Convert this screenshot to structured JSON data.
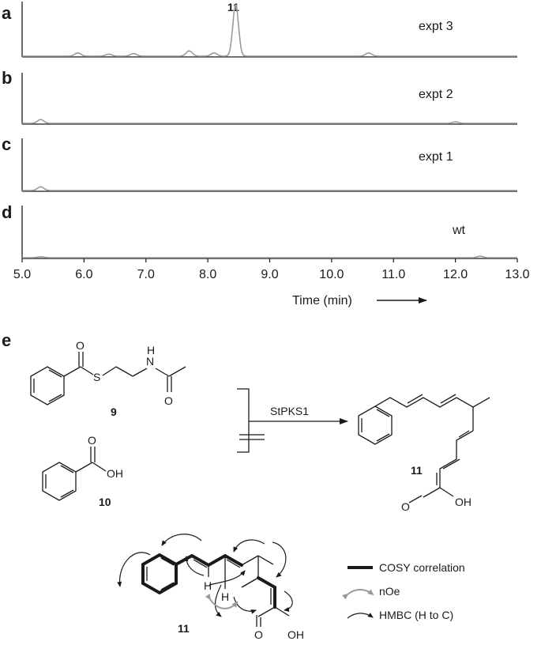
{
  "panels": {
    "a": {
      "letter": "a",
      "label": "expt 3",
      "peak_label": "11"
    },
    "b": {
      "letter": "b",
      "label": "expt 2"
    },
    "c": {
      "letter": "c",
      "label": "expt 1"
    },
    "d": {
      "letter": "d",
      "label": "wt"
    },
    "e": {
      "letter": "e"
    }
  },
  "chart_data": {
    "type": "line",
    "xlabel": "Time (min)",
    "xlim": [
      5.0,
      13.0
    ],
    "x_ticks": [
      "5.0",
      "6.0",
      "7.0",
      "8.0",
      "9.0",
      "10.0",
      "11.0",
      "12.0",
      "13.0"
    ],
    "series": [
      {
        "name": "expt 3",
        "peaks": [
          [
            5.9,
            0.06
          ],
          [
            6.4,
            0.04
          ],
          [
            6.8,
            0.05
          ],
          [
            7.7,
            0.1
          ],
          [
            8.1,
            0.06
          ],
          [
            8.45,
            1.0
          ],
          [
            10.6,
            0.06
          ]
        ]
      },
      {
        "name": "expt 2",
        "peaks": [
          [
            5.3,
            0.08
          ],
          [
            12.0,
            0.03
          ]
        ]
      },
      {
        "name": "expt 1",
        "peaks": [
          [
            5.3,
            0.08
          ]
        ]
      },
      {
        "name": "wt",
        "peaks": [
          [
            5.3,
            0.02
          ],
          [
            12.4,
            0.03
          ]
        ]
      }
    ]
  },
  "scheme": {
    "enzyme": "StPKS1",
    "compounds": {
      "c9": "9",
      "c10": "10",
      "c11": "11",
      "c11b": "11"
    },
    "atoms": {
      "O": "O",
      "S": "S",
      "N": "N",
      "H": "H",
      "OH": "OH"
    }
  },
  "legend": {
    "cosy": "COSY correlation",
    "noe": "nOe",
    "hmbc": "HMBC (H to C)"
  },
  "colors": {
    "trace_dark": "#3a3a3a",
    "trace_grey": "#9a9a9a",
    "ink": "#1a1a1a"
  }
}
